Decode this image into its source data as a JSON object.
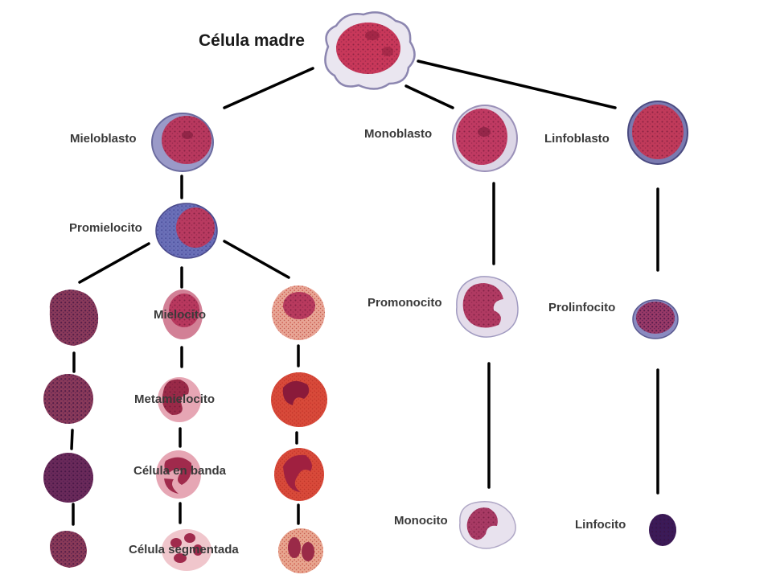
{
  "title": "Célula madre",
  "labels": {
    "mieloblasto": "Mieloblasto",
    "promielocito": "Promielocito",
    "mielocito": "Mielocito",
    "metamielocito": "Metamielocito",
    "banda": "Célula en banda",
    "segmentada": "Célula segmentada",
    "monoblasto": "Monoblasto",
    "promonocito": "Promonocito",
    "monocito": "Monocito",
    "linfoblasto": "Linfoblasto",
    "prolinfocito": "Prolinfocito",
    "linfocito": "Linfocito"
  }
}
